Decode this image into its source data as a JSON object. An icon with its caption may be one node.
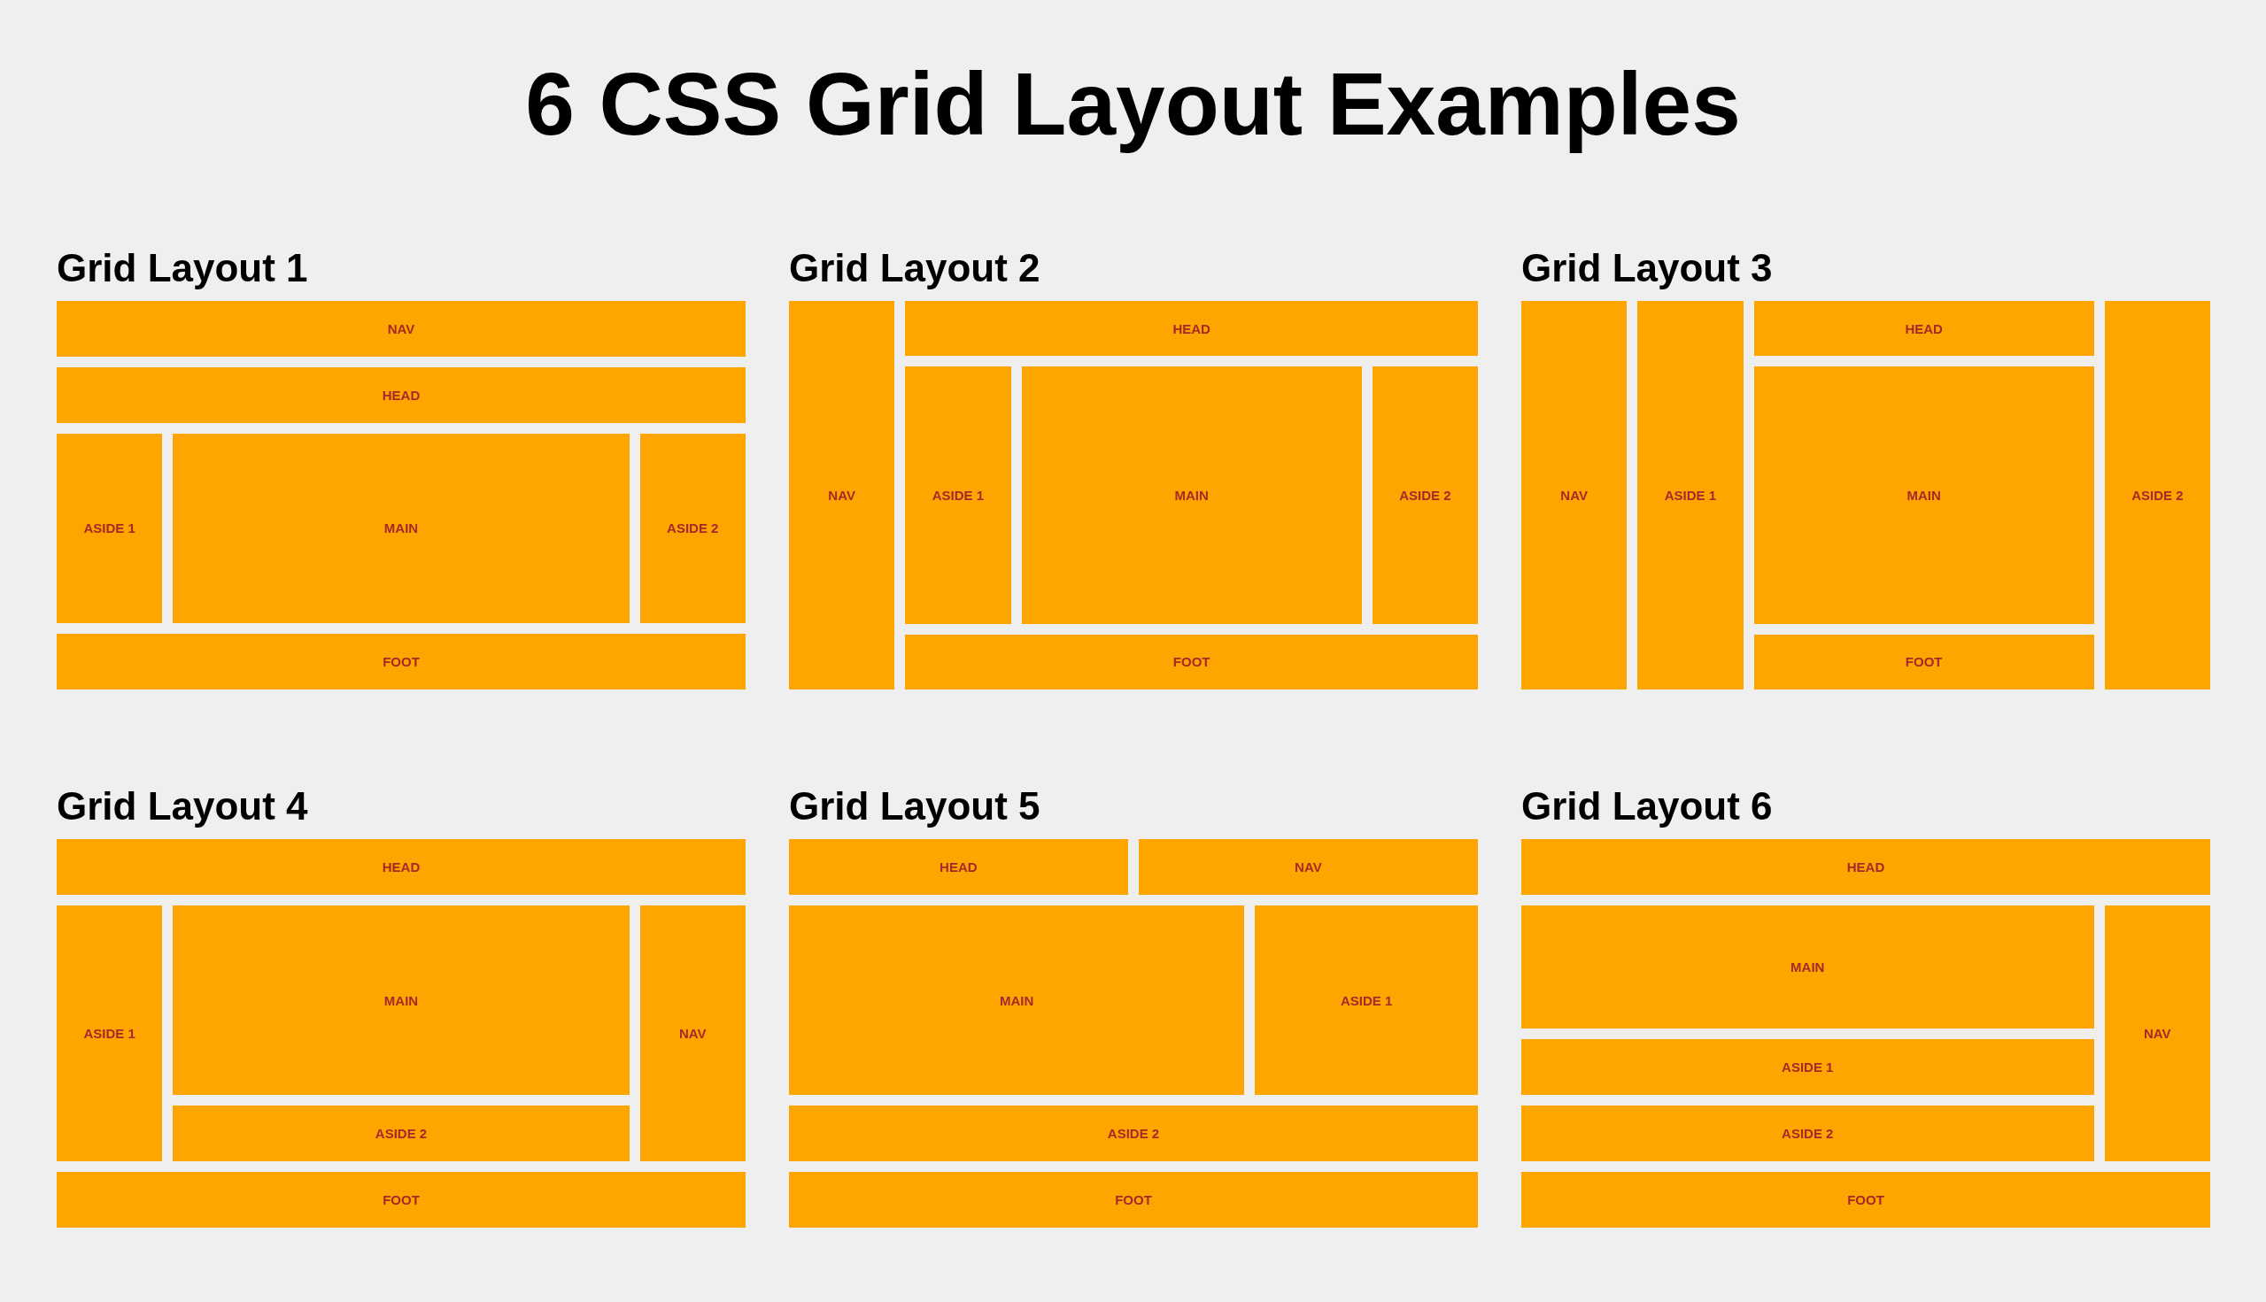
{
  "diagram": {
    "title": "6 CSS Grid Layout Examples",
    "nodes": [
      {
        "text": [
          "NAV"
        ]
      },
      {
        "text": [
          "HEAD"
        ]
      },
      {
        "text": [
          "ASIDE 1"
        ]
      },
      {
        "text": [
          "MAIN"
        ]
      },
      {
        "text": [
          "ASIDE 2"
        ]
      },
      {
        "text": [
          "FOOT"
        ]
      },
      {
        "text": [
          "NAV"
        ]
      },
      {
        "text": [
          "HEAD"
        ]
      },
      {
        "text": [
          "ASIDE 1"
        ]
      },
      {
        "text": [
          "MAIN"
        ]
      },
      {
        "text": [
          "ASIDE 2"
        ]
      },
      {
        "text": [
          "FOOT"
        ]
      },
      {
        "text": [
          "NAV"
        ]
      },
      {
        "text": [
          "ASIDE 1"
        ]
      },
      {
        "text": [
          "HEAD"
        ]
      },
      {
        "text": [
          "ASIDE 2"
        ]
      },
      {
        "text": [
          "MAIN"
        ]
      },
      {
        "text": [
          "FOOT"
        ]
      },
      {
        "text": [
          "HEAD"
        ]
      },
      {
        "text": [
          "ASIDE 1"
        ]
      },
      {
        "text": [
          "MAIN"
        ]
      },
      {
        "text": [
          "NAV"
        ]
      },
      {
        "text": [
          "ASIDE 2"
        ]
      },
      {
        "text": [
          "FOOT"
        ]
      },
      {
        "text": [
          "HEAD"
        ]
      },
      {
        "text": [
          "NAV"
        ]
      },
      {
        "text": [
          "MAIN"
        ]
      },
      {
        "text": [
          "ASIDE 1"
        ]
      },
      {
        "text": [
          "ASIDE 2"
        ]
      },
      {
        "text": [
          "FOOT"
        ]
      },
      {
        "text": [
          "HEAD"
        ]
      },
      {
        "text": [
          "MAIN"
        ]
      },
      {
        "text": [
          "NAV"
        ]
      },
      {
        "text": [
          "ASIDE 1"
        ]
      },
      {
        "text": [
          "ASIDE 2"
        ]
      },
      {
        "text": [
          "FOOT"
        ]
      }
    ],
    "edges": [],
    "labels": [
      "Grid Layout 1",
      "Grid Layout 2",
      "Grid Layout 3",
      "Grid Layout 4",
      "Grid Layout 5",
      "Grid Layout 6"
    ]
  }
}
